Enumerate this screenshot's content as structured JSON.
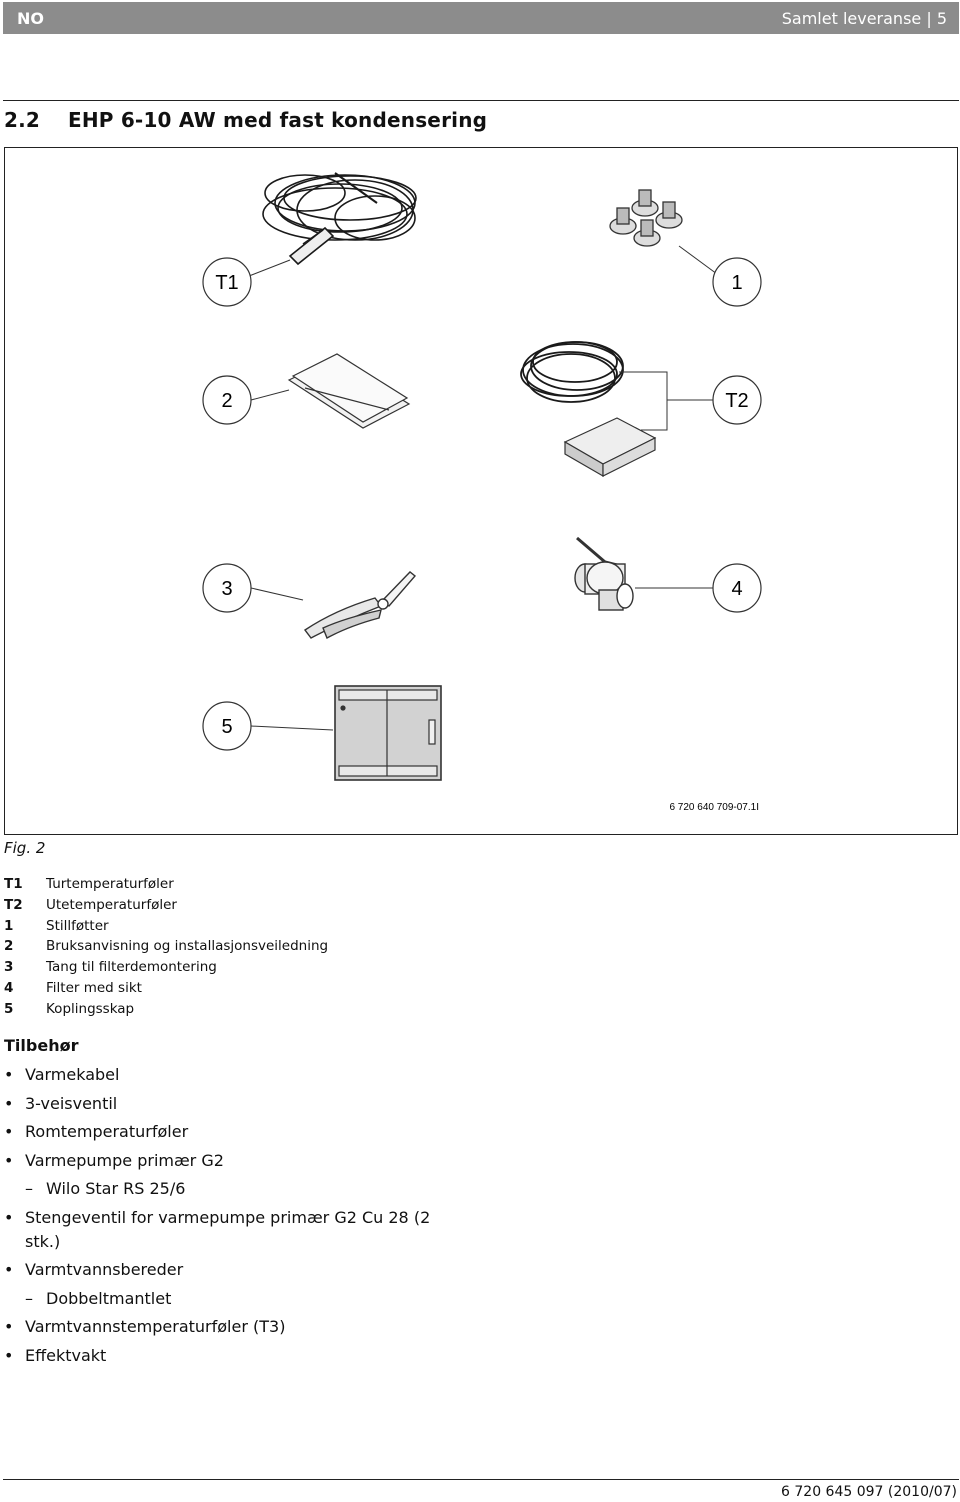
{
  "header": {
    "lang": "NO",
    "section": "Samlet leveranse | 5"
  },
  "heading": {
    "number": "2.2",
    "text": "EHP 6-10 AW med fast kondensering"
  },
  "figure": {
    "callouts": {
      "t1": "T1",
      "one": "1",
      "two": "2",
      "t2": "T2",
      "three": "3",
      "four": "4",
      "five": "5"
    },
    "code": "6 720 640 709-07.1I",
    "caption": "Fig. 2"
  },
  "legend": [
    {
      "key": "T1",
      "text": "Turtemperaturføler"
    },
    {
      "key": "T2",
      "text": "Utetemperaturføler"
    },
    {
      "key": "1",
      "text": "Stillføtter"
    },
    {
      "key": "2",
      "text": "Bruksanvisning og installasjonsveiledning"
    },
    {
      "key": "3",
      "text": "Tang til filterdemontering"
    },
    {
      "key": "4",
      "text": "Filter med sikt"
    },
    {
      "key": "5",
      "text": "Koplingsskap"
    }
  ],
  "accessories": {
    "title": "Tilbehør",
    "items": [
      {
        "text": "Varmekabel"
      },
      {
        "text": "3-veisventil"
      },
      {
        "text": "Romtemperaturføler"
      },
      {
        "text": "Varmepumpe primær G2",
        "sub": "Wilo Star RS 25/6"
      },
      {
        "text": "Stengeventil for varmepumpe primær G2 Cu 28 (2 stk.)"
      },
      {
        "text": "Varmtvannsbereder",
        "sub": "Dobbeltmantlet"
      },
      {
        "text": "Varmtvannstemperaturføler (T3)"
      },
      {
        "text": "Effektvakt"
      }
    ]
  },
  "footer": {
    "doc": "6 720 645 097 (2010/07)"
  }
}
